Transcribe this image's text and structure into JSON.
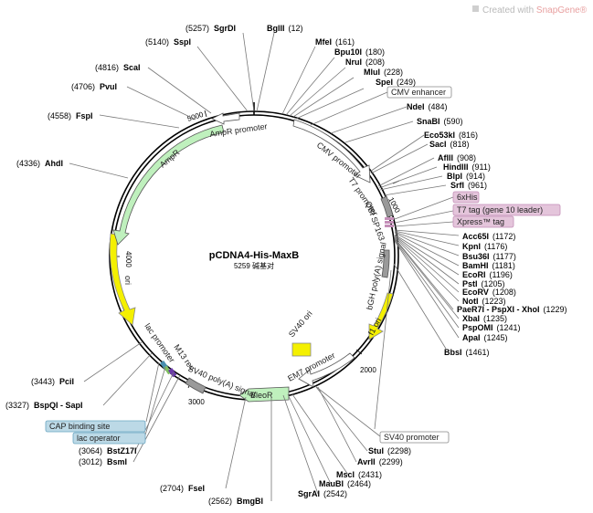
{
  "watermark": {
    "prefix": "Created with ",
    "brand": "SnapGene®",
    "brand_color": "#e8a0a0"
  },
  "plasmid": {
    "name": "pCDNA4-His-MaxB",
    "length": "5259 碱基对"
  },
  "ticks": [
    "1000",
    "2000",
    "3000",
    "4000",
    "5000"
  ],
  "features": {
    "cmv_promoter": "CMV promoter",
    "t7_promoter": "T7 promoter",
    "qbi_sp163": "QBI SP163",
    "bgh_polya": "bGH poly(A) signal",
    "f1_ori": "f1 ori",
    "sv40_ori": "SV40 ori",
    "em7_promoter": "EM7 promoter",
    "bleor": "BleoR",
    "sv40_polya": "SV40 poly(A) signal",
    "m13_rev": "M13 rev",
    "lac_promoter": "lac promoter",
    "ori": "ori",
    "ampr": "AmpR",
    "ampr_promoter": "AmpR promoter"
  },
  "boxed_labels": [
    {
      "text": "CMV enhancer",
      "style": "plain"
    },
    {
      "text": "6xHis",
      "style": "pink"
    },
    {
      "text": "T7 tag (gene 10 leader)",
      "style": "pink"
    },
    {
      "text": "Xpress™ tag",
      "style": "pink"
    },
    {
      "text": "SV40 promoter",
      "style": "plain"
    },
    {
      "text": "CAP binding site",
      "style": "blue"
    },
    {
      "text": "lac operator",
      "style": "blue"
    }
  ],
  "sites": [
    {
      "name": "SgrDI",
      "pos": "(5257)"
    },
    {
      "name": "BglII",
      "pos": "(12)"
    },
    {
      "name": "SspI",
      "pos": "(5140)"
    },
    {
      "name": "MfeI",
      "pos": "(161)"
    },
    {
      "name": "Bpu10I",
      "pos": "(180)"
    },
    {
      "name": "NruI",
      "pos": "(208)"
    },
    {
      "name": "MluI",
      "pos": "(228)"
    },
    {
      "name": "SpeI",
      "pos": "(249)"
    },
    {
      "name": "ScaI",
      "pos": "(4816)"
    },
    {
      "name": "PvuI",
      "pos": "(4706)"
    },
    {
      "name": "NdeI",
      "pos": "(484)"
    },
    {
      "name": "SnaBI",
      "pos": "(590)"
    },
    {
      "name": "FspI",
      "pos": "(4558)"
    },
    {
      "name": "Eco53kI",
      "pos": "(816)"
    },
    {
      "name": "SacI",
      "pos": "(818)"
    },
    {
      "name": "AflII",
      "pos": "(908)"
    },
    {
      "name": "HindIII",
      "pos": "(911)"
    },
    {
      "name": "BlpI",
      "pos": "(914)"
    },
    {
      "name": "SrfI",
      "pos": "(961)"
    },
    {
      "name": "AhdI",
      "pos": "(4336)"
    },
    {
      "name": "Acc65I",
      "pos": "(1172)"
    },
    {
      "name": "KpnI",
      "pos": "(1176)"
    },
    {
      "name": "Bsu36I",
      "pos": "(1177)"
    },
    {
      "name": "BamHI",
      "pos": "(1181)"
    },
    {
      "name": "EcoRI",
      "pos": "(1196)"
    },
    {
      "name": "PstI",
      "pos": "(1205)"
    },
    {
      "name": "EcoRV",
      "pos": "(1208)"
    },
    {
      "name": "NotI",
      "pos": "(1223)"
    },
    {
      "name": "PaeR7I - PspXI - XhoI",
      "pos": "(1229)"
    },
    {
      "name": "XbaI",
      "pos": "(1235)"
    },
    {
      "name": "PspOMI",
      "pos": "(1241)"
    },
    {
      "name": "ApaI",
      "pos": "(1245)"
    },
    {
      "name": "BbsI",
      "pos": "(1461)"
    },
    {
      "name": "PciI",
      "pos": "(3443)"
    },
    {
      "name": "BspQI - SapI",
      "pos": "(3327)"
    },
    {
      "name": "BstZ17I",
      "pos": "(3064)"
    },
    {
      "name": "BsmI",
      "pos": "(3012)"
    },
    {
      "name": "StuI",
      "pos": "(2298)"
    },
    {
      "name": "AvrII",
      "pos": "(2299)"
    },
    {
      "name": "MscI",
      "pos": "(2431)"
    },
    {
      "name": "MauBI",
      "pos": "(2464)"
    },
    {
      "name": "SgrAI",
      "pos": "(2542)"
    },
    {
      "name": "FseI",
      "pos": "(2704)"
    },
    {
      "name": "BmgBI",
      "pos": "(2562)"
    }
  ]
}
